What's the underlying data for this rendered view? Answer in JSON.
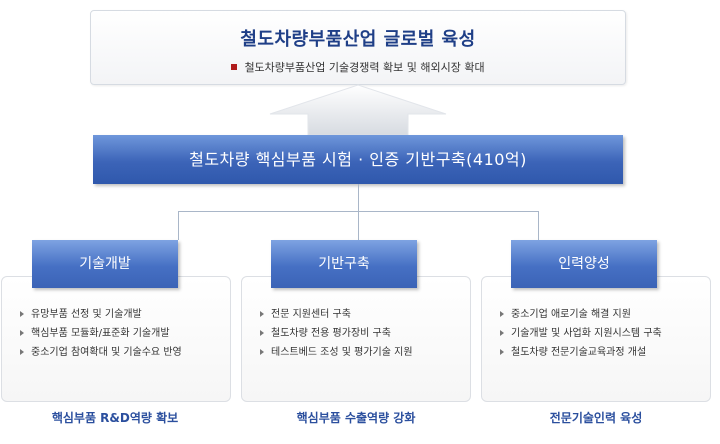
{
  "goal": {
    "title": "철도차량부품산업 글로벌 육성",
    "subtitle": "철도차량부품산업 기술경쟁력 확보 및 해외시장 확대"
  },
  "program": {
    "title": "철도차량 핵심부품 시험 · 인증 기반구축(410억)"
  },
  "categories": [
    {
      "label": "기술개발",
      "items": [
        "유망부품 선정 및 기술개발",
        "핵심부품 모듈화/표준화 기술개발",
        "중소기업 참여확대 및 기술수요 반영"
      ],
      "outcome": "핵심부품 R&D역량 확보"
    },
    {
      "label": "기반구축",
      "items": [
        "전문 지원센터 구축",
        "철도차량 전용 평가장비 구축",
        "테스트베드 조성 및 평가기술 지원"
      ],
      "outcome": "핵심부품 수출역량 강화"
    },
    {
      "label": "인력양성",
      "items": [
        "중소기업 애로기술 해결 지원",
        "기술개발 및 사업화 지원시스템 구축",
        "철도차량 전문기술교육과정 개설"
      ],
      "outcome": "전문기술인력 육성"
    }
  ],
  "colors": {
    "title_blue": "#1f3f87",
    "banner_blue": "#3c64b8",
    "bullet_red": "#b01c1c",
    "outcome_blue": "#2b4f9e"
  }
}
